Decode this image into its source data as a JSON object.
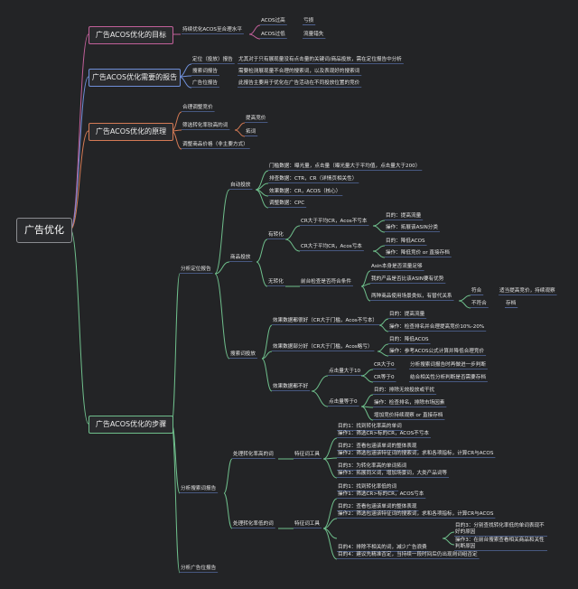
{
  "root": "广告优化",
  "colors": {
    "magenta": "#c2609a",
    "blue": "#6f8fd8",
    "orange": "#d47a55",
    "green": "#6fbf8c",
    "underline": "#6d8bd9",
    "root_border": "#8a8c90"
  },
  "b1": {
    "title": "广告ACOS优化的目标",
    "c1": "持续优化ACOS至合理水平",
    "c1a": "ACOS过高",
    "c1a_r": "亏损",
    "c1b": "ACOS过低",
    "c1b_r": "流量错失"
  },
  "b2": {
    "title": "广告ACOS优化需要的报告",
    "l1": "定位（投放）报告",
    "d1": "尤其对于只有展现量没有点击量的关键词/商品投放，需在定位报告中分析",
    "l2": "搜索词报告",
    "d2": "需要检测展现量不合理的搜索词，以及表现好的搜索词",
    "l3": "广告位报告",
    "d3": "此报告主要用于优化在广告活动在不同投放位置的竞价"
  },
  "b3": {
    "title": "广告ACOS优化的原理",
    "l1": "合理调整竞价",
    "l2": "筛选转化率较高的词",
    "l2a": "提高竞价",
    "l2b": "拓词",
    "l3": "调整商品价格（非主要方式）"
  },
  "b4": {
    "title": "广告ACOS优化的步骤",
    "s1": {
      "label": "分析定位报告",
      "auto": {
        "label": "自动投放",
        "m1": "门槛数据：曝光量，点击量（曝光量大于平均值，点击量大于200）",
        "m2": "排查数据：CTR，CR（详情页相关性）",
        "m3": "效果数据：CR，ACOS（核心）",
        "m4": "调整数据：CPC"
      },
      "prod": {
        "label": "商品投放",
        "conv": "有转化",
        "a": "CR大于平均CR，Acos不亏本",
        "a1": "目的：提高流量",
        "a2": "操作：拓展该ASIN分类",
        "b": "CR大于平均CR，Acos亏本",
        "b1": "目的：降低ACOS",
        "b2": "操作：降低竞价 or 直接存档",
        "noconv": "无转化",
        "check": "前台检查是否符合条件",
        "c1": "Asin本身是否流量足够",
        "c2": "我的产品是否比该ASIN要有优势",
        "c3": "两种商品使用场景类似，有替代关系",
        "fit": "符合",
        "fit_r": "适当提高竞价，持续观察",
        "unfit": "不符合",
        "unfit_r": "存档"
      },
      "search": {
        "label": "搜索词投放",
        "e1": "效果数据都很好（CR大于门槛，Acos不亏本）",
        "e1a": "目的：提高流量",
        "e1b": "操作：检查排名并合理提高竞价10%-20%",
        "e2": "效果数据部分好（CR大于门槛，Acos略亏）",
        "e2a": "目的：降低ACOS",
        "e2b": "操作：参考ACOS公式计算并降低合理竞价",
        "e3": "效果数据都不好",
        "g1": "点击量大于10",
        "g1a": "CR大于0",
        "g1a_r": "分析搜索词报告时再做进一步判断",
        "g1b": "CR等于0",
        "g1b_r": "结合相关性分析判断是否需要存档",
        "g2": "点击量等于0",
        "g2a": "目的：排除无效投放或干扰",
        "g2b": "操作：检查排名，排除市场因素",
        "g2c": "增加竞价持续观察 or 直接存档"
      }
    },
    "s2": {
      "label": "分析搜索词报告",
      "h": {
        "label": "处理转化率高的词",
        "tool": "特征词工具",
        "p1": "目的1：找到转化率高的单词",
        "p1b": "操作1：筛选CR>标的CR，ACOS不亏本",
        "p2": "目的2：查看包涵该单词的整体表现",
        "p2b": "操作2：筛选包涵该特征词的搜索词，求和各项指标，计算CR与ACOS",
        "p3": "目的3：为转化率高的单词拓词",
        "p3b": "操作3：拓展同义词，增加场景词，大类产品词等"
      },
      "l": {
        "label": "处理转化率低的词",
        "tool": "特征词工具",
        "q1": "目的1：找到转化率低的词",
        "q1b": "操作1：筛选CR>标的CR，ACOS亏本",
        "q2": "目的2：查看包涵该单词的整体表现",
        "q2b": "操作2：筛选包涵该特征词的搜索词，求和各项指标，计算CR与ACOS",
        "q3": "目的3：分别查找转化率低的单词表现不好的原因",
        "q3b": "操作3：在前台搜索查看相关商品和关性判断原因",
        "q4": "目的4：排除不相关的词，减少广告浪费",
        "q4b": "目的4：建议先精准否定，当持续一段时间后仍出现则词组否定"
      }
    },
    "s3": {
      "label": "分析广告位报告"
    }
  }
}
